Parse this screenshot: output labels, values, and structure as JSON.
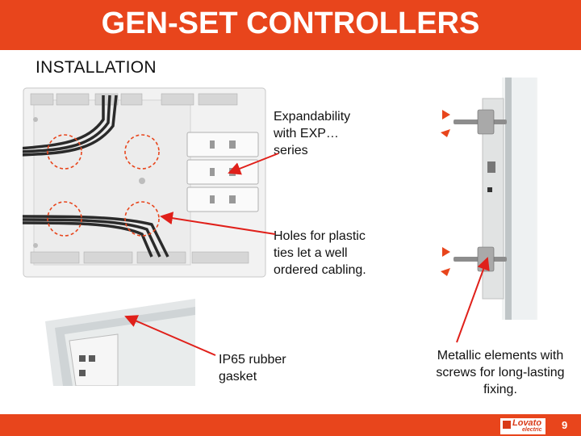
{
  "header": {
    "title": "GEN-SET CONTROLLERS"
  },
  "section": {
    "title": "INSTALLATION"
  },
  "callouts": {
    "expandability": [
      "Expandability",
      "with EXP…",
      "series"
    ],
    "holes": [
      "Holes for plastic",
      "ties let a well",
      "ordered cabling."
    ],
    "gasket": [
      "IP65 rubber",
      "gasket"
    ],
    "metallic": [
      "Metallic elements with",
      "screws for long-lasting",
      "fixing."
    ]
  },
  "footer": {
    "logo_text": "Lovato",
    "logo_sub": "electric",
    "page_number": "9"
  },
  "colors": {
    "brand": "#e8451c",
    "arrow": "#e0201a"
  },
  "icons": {
    "logo": "lovato-logo-icon"
  }
}
